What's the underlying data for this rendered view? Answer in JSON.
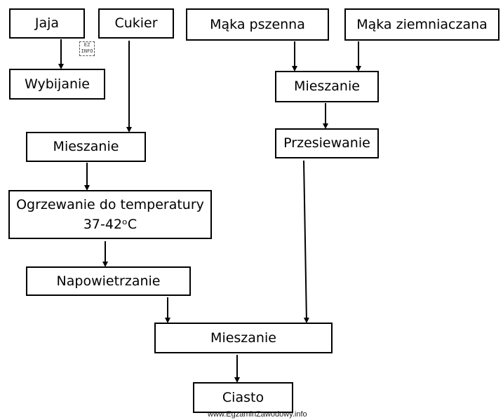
{
  "nodes": {
    "jaja": "Jaja",
    "cukier": "Cukier",
    "maka_pszenna": "Mąka pszenna",
    "maka_ziemniaczana": "Mąka ziemniaczana",
    "wybijanie": "Wybijanie",
    "mieszanie_left": "Mieszanie",
    "ogrzewanie_line1": "Ogrzewanie do temperatury",
    "ogrzewanie_line2": "37-42ᵒC",
    "napowietrzanie": "Napowietrzanie",
    "mieszanie_right": "Mieszanie",
    "przesiewanie": "Przesiewanie",
    "mieszanie_bottom": "Mieszanie",
    "ciasto": "Ciasto"
  },
  "logo": {
    "line1": "EZ",
    "line2": "INFO"
  },
  "watermark": "www.EgzaminZawodowy.info"
}
